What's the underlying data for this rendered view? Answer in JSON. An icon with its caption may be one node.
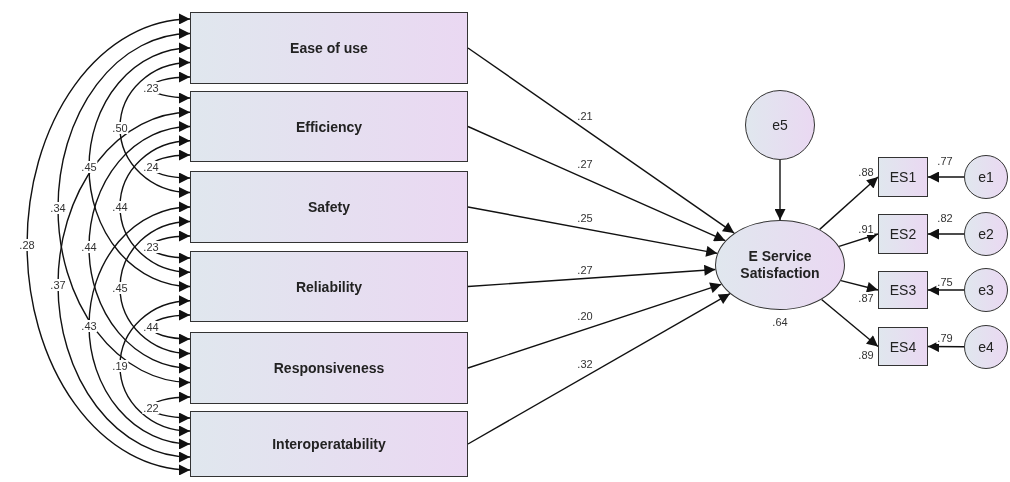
{
  "diagram": {
    "nodes": [
      {
        "text": [
          "Ease of use"
        ]
      },
      {
        "text": [
          "Efficiency"
        ]
      },
      {
        "text": [
          "Safety"
        ]
      },
      {
        "text": [
          "Reliability"
        ]
      },
      {
        "text": [
          "Responsiveness"
        ]
      },
      {
        "text": [
          "Interoperatability"
        ]
      },
      {
        "text": [
          "e5"
        ]
      },
      {
        "text": [
          "E Service Satisfaction"
        ],
        "beside": [
          ".64"
        ]
      },
      {
        "text": [
          "ES1"
        ]
      },
      {
        "text": [
          "ES2"
        ]
      },
      {
        "text": [
          "ES3"
        ]
      },
      {
        "text": [
          "ES4"
        ]
      },
      {
        "text": [
          "e1"
        ]
      },
      {
        "text": [
          "e2"
        ]
      },
      {
        "text": [
          "e3"
        ]
      },
      {
        "text": [
          "e4"
        ]
      }
    ],
    "edges": [
      {
        "from": 0,
        "to": 1,
        "arrow": "both",
        "label": ".23"
      },
      {
        "from": 0,
        "to": 2,
        "arrow": "both",
        "label": ".50"
      },
      {
        "from": 0,
        "to": 3,
        "arrow": "both",
        "label": ".45"
      },
      {
        "from": 0,
        "to": 4,
        "arrow": "both",
        "label": ".34"
      },
      {
        "from": 0,
        "to": 5,
        "arrow": "both",
        "label": ".28"
      },
      {
        "from": 1,
        "to": 2,
        "arrow": "both",
        "label": ".24"
      },
      {
        "from": 1,
        "to": 3,
        "arrow": "both",
        "label": ".44"
      },
      {
        "from": 1,
        "to": 4,
        "arrow": "both",
        "label": ".44"
      },
      {
        "from": 1,
        "to": 5,
        "arrow": "both",
        "label": ".37"
      },
      {
        "from": 2,
        "to": 3,
        "arrow": "both",
        "label": ".23"
      },
      {
        "from": 2,
        "to": 4,
        "arrow": "both",
        "label": ".45"
      },
      {
        "from": 2,
        "to": 5,
        "arrow": "both",
        "label": ".43"
      },
      {
        "from": 3,
        "to": 4,
        "arrow": "both",
        "label": ".44"
      },
      {
        "from": 3,
        "to": 5,
        "arrow": "both",
        "label": ".19"
      },
      {
        "from": 4,
        "to": 5,
        "arrow": "both",
        "label": ".22"
      },
      {
        "from": 0,
        "to": 7,
        "arrow": "to",
        "label": ".21"
      },
      {
        "from": 1,
        "to": 7,
        "arrow": "to",
        "label": ".27"
      },
      {
        "from": 2,
        "to": 7,
        "arrow": "to",
        "label": ".25"
      },
      {
        "from": 3,
        "to": 7,
        "arrow": "to",
        "label": ".27"
      },
      {
        "from": 4,
        "to": 7,
        "arrow": "to",
        "label": ".20"
      },
      {
        "from": 5,
        "to": 7,
        "arrow": "to",
        "label": ".32"
      },
      {
        "from": 6,
        "to": 7,
        "arrow": "to"
      },
      {
        "from": 7,
        "to": 8,
        "arrow": "to",
        "label": ".88"
      },
      {
        "from": 7,
        "to": 9,
        "arrow": "to",
        "label": ".91"
      },
      {
        "from": 7,
        "to": 10,
        "arrow": "to",
        "label": ".87"
      },
      {
        "from": 7,
        "to": 11,
        "arrow": "to",
        "label": ".89"
      },
      {
        "from": 12,
        "to": 8,
        "arrow": "to",
        "label": ".77"
      },
      {
        "from": 13,
        "to": 9,
        "arrow": "to",
        "label": ".82"
      },
      {
        "from": 14,
        "to": 10,
        "arrow": "to",
        "label": ".75"
      },
      {
        "from": 15,
        "to": 11,
        "arrow": "to",
        "label": ".79"
      }
    ]
  }
}
